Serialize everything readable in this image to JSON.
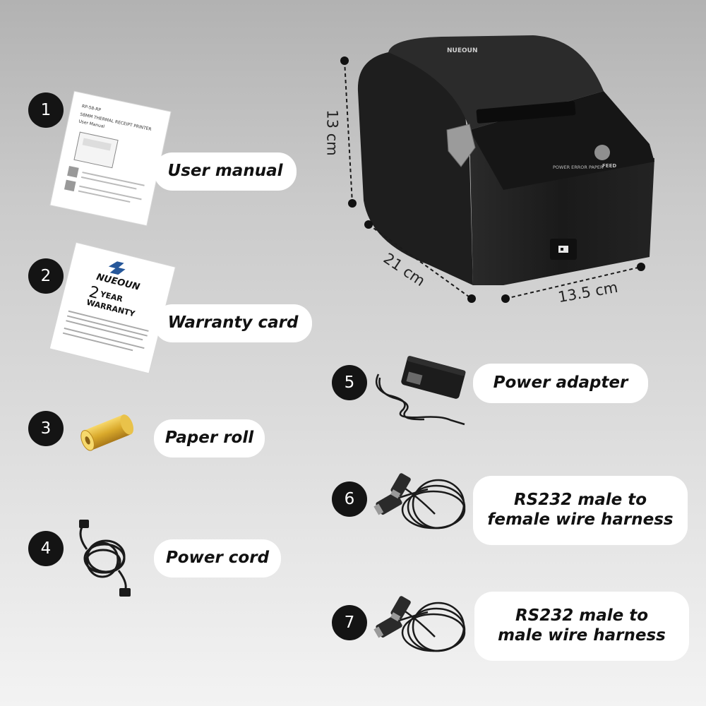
{
  "items": [
    {
      "number": "1",
      "label": "User manual"
    },
    {
      "number": "2",
      "label": "Warranty card"
    },
    {
      "number": "3",
      "label": "Paper roll"
    },
    {
      "number": "4",
      "label": "Power cord"
    },
    {
      "number": "5",
      "label": "Power adapter"
    },
    {
      "number": "6",
      "label_line1": "RS232 male to",
      "label_line2": "female wire harness"
    },
    {
      "number": "7",
      "label_line1": "RS232 male to",
      "label_line2": "male wire harness"
    }
  ],
  "dimensions": {
    "height": "13 cm",
    "depth": "21 cm",
    "width": "13.5 cm"
  },
  "printer": {
    "brand": "NUEOUN",
    "indicators": "POWER  ERROR  PAPER",
    "feed_label": "FEED"
  },
  "manual_doc": {
    "title": "58MM THERMAL RECEIPT PRINTER",
    "subtitle": "User Manual"
  },
  "warranty_doc": {
    "brand": "NUEOUN",
    "big_num": "2",
    "year": "YEAR",
    "warranty": "WARRANTY"
  },
  "colors": {
    "background_top": "#b2b2b2",
    "background_bottom": "#f3f3f3",
    "badge": "#141414",
    "label_bg": "#ffffff",
    "printer_body": "#1c1c1c"
  }
}
